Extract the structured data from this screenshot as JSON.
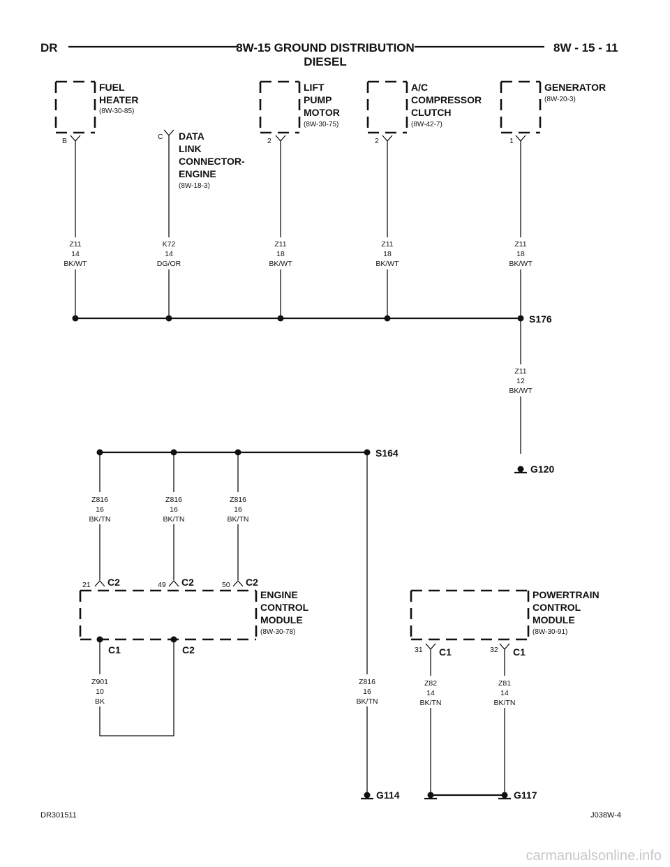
{
  "header": {
    "left": "DR",
    "title_line1": "8W-15 GROUND DISTRIBUTION",
    "title_line2": "DIESEL",
    "right": "8W - 15 - 11"
  },
  "components": {
    "fuel_heater": {
      "l1": "FUEL",
      "l2": "HEATER",
      "ref": "(8W-30-85)",
      "pin": "B"
    },
    "data_link": {
      "l1": "DATA",
      "l2": "LINK",
      "l3": "CONNECTOR-",
      "l4": "ENGINE",
      "ref": "(8W-18-3)",
      "pin": "C"
    },
    "lift_pump": {
      "l1": "LIFT",
      "l2": "PUMP",
      "l3": "MOTOR",
      "ref": "(8W-30-75)",
      "pin": "2"
    },
    "ac_clutch": {
      "l1": "A/C",
      "l2": "COMPRESSOR",
      "l3": "CLUTCH",
      "ref": "(8W-42-7)",
      "pin": "2"
    },
    "generator": {
      "l1": "GENERATOR",
      "ref": "(8W-20-3)",
      "pin": "1"
    },
    "ecm": {
      "l1": "ENGINE",
      "l2": "CONTROL",
      "l3": "MODULE",
      "ref": "(8W-30-78)",
      "pin1": "21",
      "pin2": "49",
      "pin3": "50",
      "conn_top": "C2",
      "conn_c1": "C1",
      "conn_c2": "C2"
    },
    "pcm": {
      "l1": "POWERTRAIN",
      "l2": "CONTROL",
      "l3": "MODULE",
      "ref": "(8W-30-91)",
      "pin1": "31",
      "pin2": "32",
      "conn": "C1"
    }
  },
  "wires": {
    "w1": {
      "c": "Z11",
      "g": "14",
      "col": "BK/WT"
    },
    "w2": {
      "c": "K72",
      "g": "14",
      "col": "DG/OR"
    },
    "w3": {
      "c": "Z11",
      "g": "18",
      "col": "BK/WT"
    },
    "w4": {
      "c": "Z11",
      "g": "18",
      "col": "BK/WT"
    },
    "w5": {
      "c": "Z11",
      "g": "18",
      "col": "BK/WT"
    },
    "w6": {
      "c": "Z11",
      "g": "12",
      "col": "BK/WT"
    },
    "w7": {
      "c": "Z816",
      "g": "16",
      "col": "BK/TN"
    },
    "w8": {
      "c": "Z816",
      "g": "16",
      "col": "BK/TN"
    },
    "w9": {
      "c": "Z816",
      "g": "16",
      "col": "BK/TN"
    },
    "w10": {
      "c": "Z901",
      "g": "10",
      "col": "BK"
    },
    "w11": {
      "c": "Z816",
      "g": "16",
      "col": "BK/TN"
    },
    "w12": {
      "c": "Z82",
      "g": "14",
      "col": "BK/TN"
    },
    "w13": {
      "c": "Z81",
      "g": "14",
      "col": "BK/TN"
    }
  },
  "splices": {
    "s176": "S176",
    "s164": "S164"
  },
  "grounds": {
    "g120": "G120",
    "g114": "G114",
    "g117": "G117"
  },
  "footer": {
    "left": "DR301511",
    "right": "J038W-4"
  },
  "watermark": "carmanualsonline.info"
}
